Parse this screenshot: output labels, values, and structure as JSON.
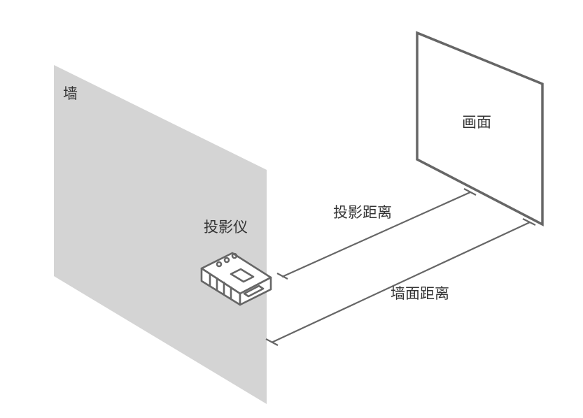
{
  "labels": {
    "wall": "墙",
    "screen": "画面",
    "projector": "投影仪",
    "throw_distance": "投影距离",
    "wall_distance": "墙面距离"
  },
  "colors": {
    "wall_fill": "#d4d4d4",
    "stroke": "#666666",
    "text": "#333333",
    "background": "#ffffff"
  },
  "icons": {
    "projector": "projector-icon"
  }
}
